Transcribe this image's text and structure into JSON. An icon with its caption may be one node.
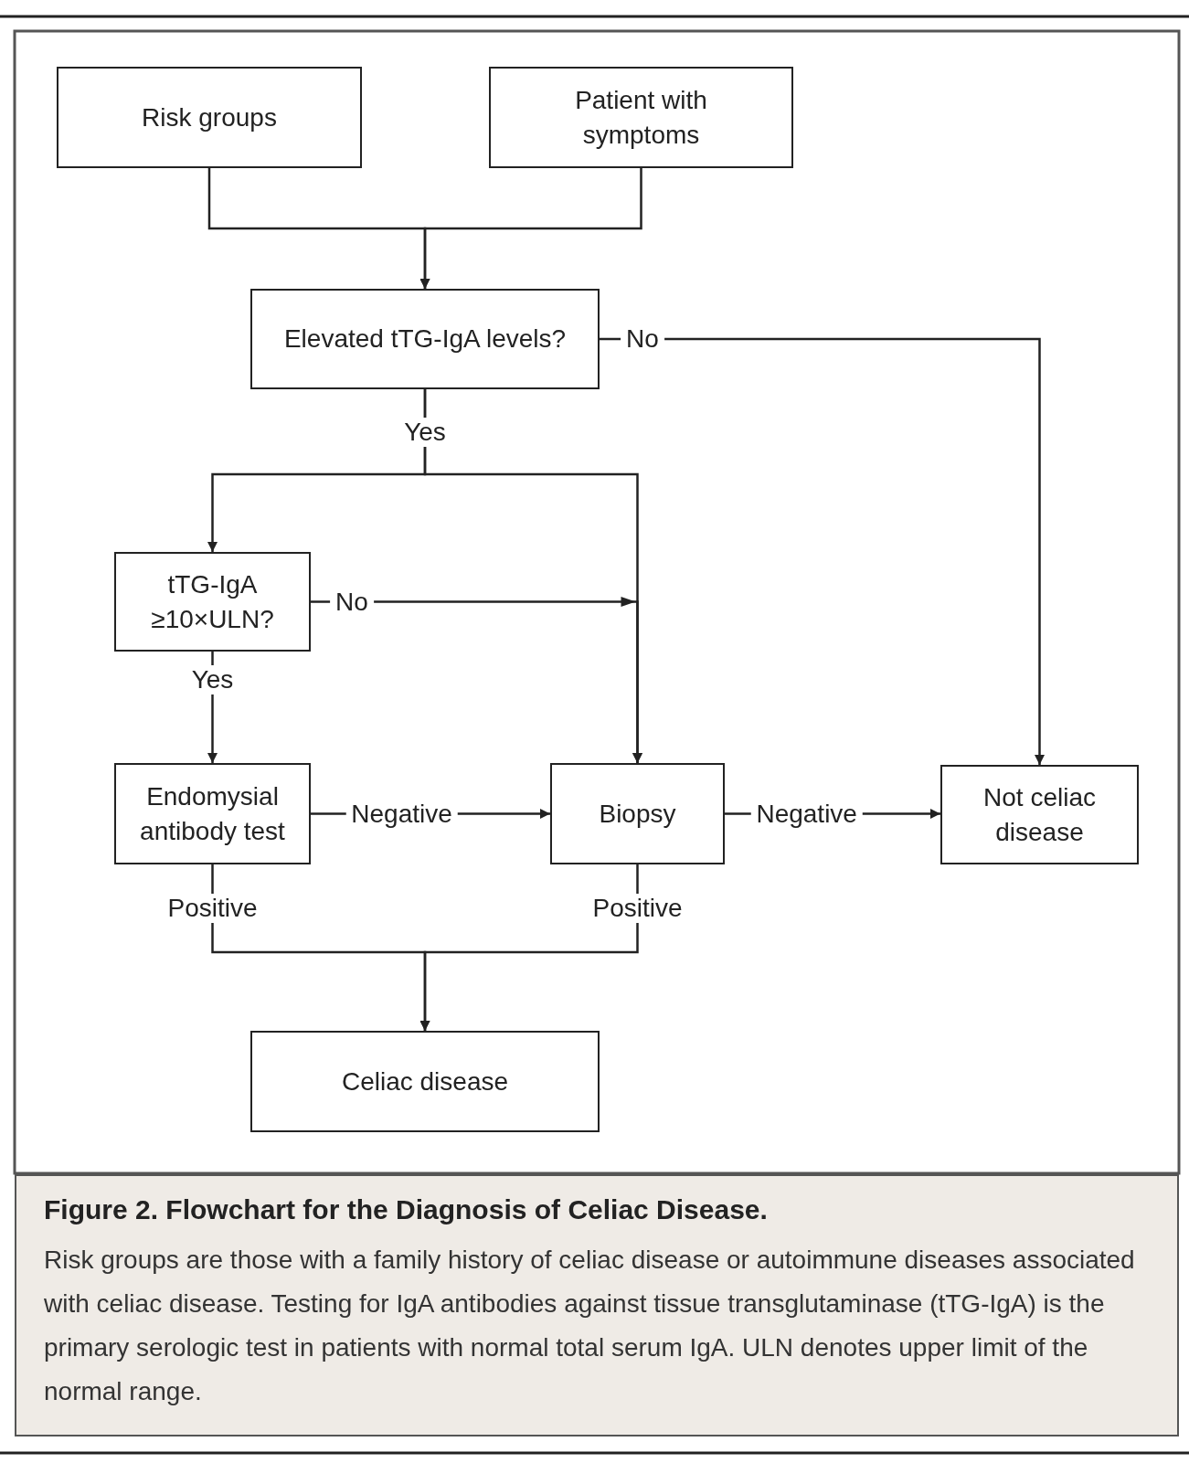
{
  "diagram": {
    "title": "Figure 2. Flowchart for the Diagnosis of Celiac Disease.",
    "caption": "Risk groups are those with a family history of celiac disease or autoimmune diseases associated with celiac disease. Testing for IgA antibodies against tissue transglutaminase (tTG-IgA) is the primary serologic test in patients with normal total serum IgA. ULN denotes upper limit of the normal range.",
    "nodes": [
      {
        "text": [
          "Risk groups"
        ]
      },
      {
        "text": [
          "Patient with symptoms"
        ]
      },
      {
        "text": [
          "Elevated tTG-IgA levels?"
        ]
      },
      {
        "text": [
          "tTG-IgA ≥10×ULN?"
        ]
      },
      {
        "text": [
          "Endomysial antibody test"
        ]
      },
      {
        "text": [
          "Biopsy"
        ]
      },
      {
        "text": [
          "Not celiac disease"
        ]
      },
      {
        "text": [
          "Celiac disease"
        ]
      }
    ],
    "edges": [
      {
        "from": 0,
        "to": 2,
        "arrow": "to"
      },
      {
        "from": 1,
        "to": 2,
        "arrow": "to"
      },
      {
        "from": 2,
        "to": 6,
        "arrow": "to",
        "label": "No"
      },
      {
        "from": 2,
        "to": 3,
        "arrow": "to",
        "label": "Yes"
      },
      {
        "from": 2,
        "to": 5,
        "arrow": "to"
      },
      {
        "from": 3,
        "to": 5,
        "arrow": "to",
        "label": "No"
      },
      {
        "from": 3,
        "to": 4,
        "arrow": "to",
        "label": "Yes"
      },
      {
        "from": 4,
        "to": 5,
        "arrow": "to",
        "label": "Negative"
      },
      {
        "from": 5,
        "to": 6,
        "arrow": "to",
        "label": "Negative"
      },
      {
        "from": 4,
        "to": 7,
        "arrow": "to",
        "label": "Positive"
      },
      {
        "from": 5,
        "to": 7,
        "arrow": "to",
        "label": "Positive"
      }
    ]
  }
}
